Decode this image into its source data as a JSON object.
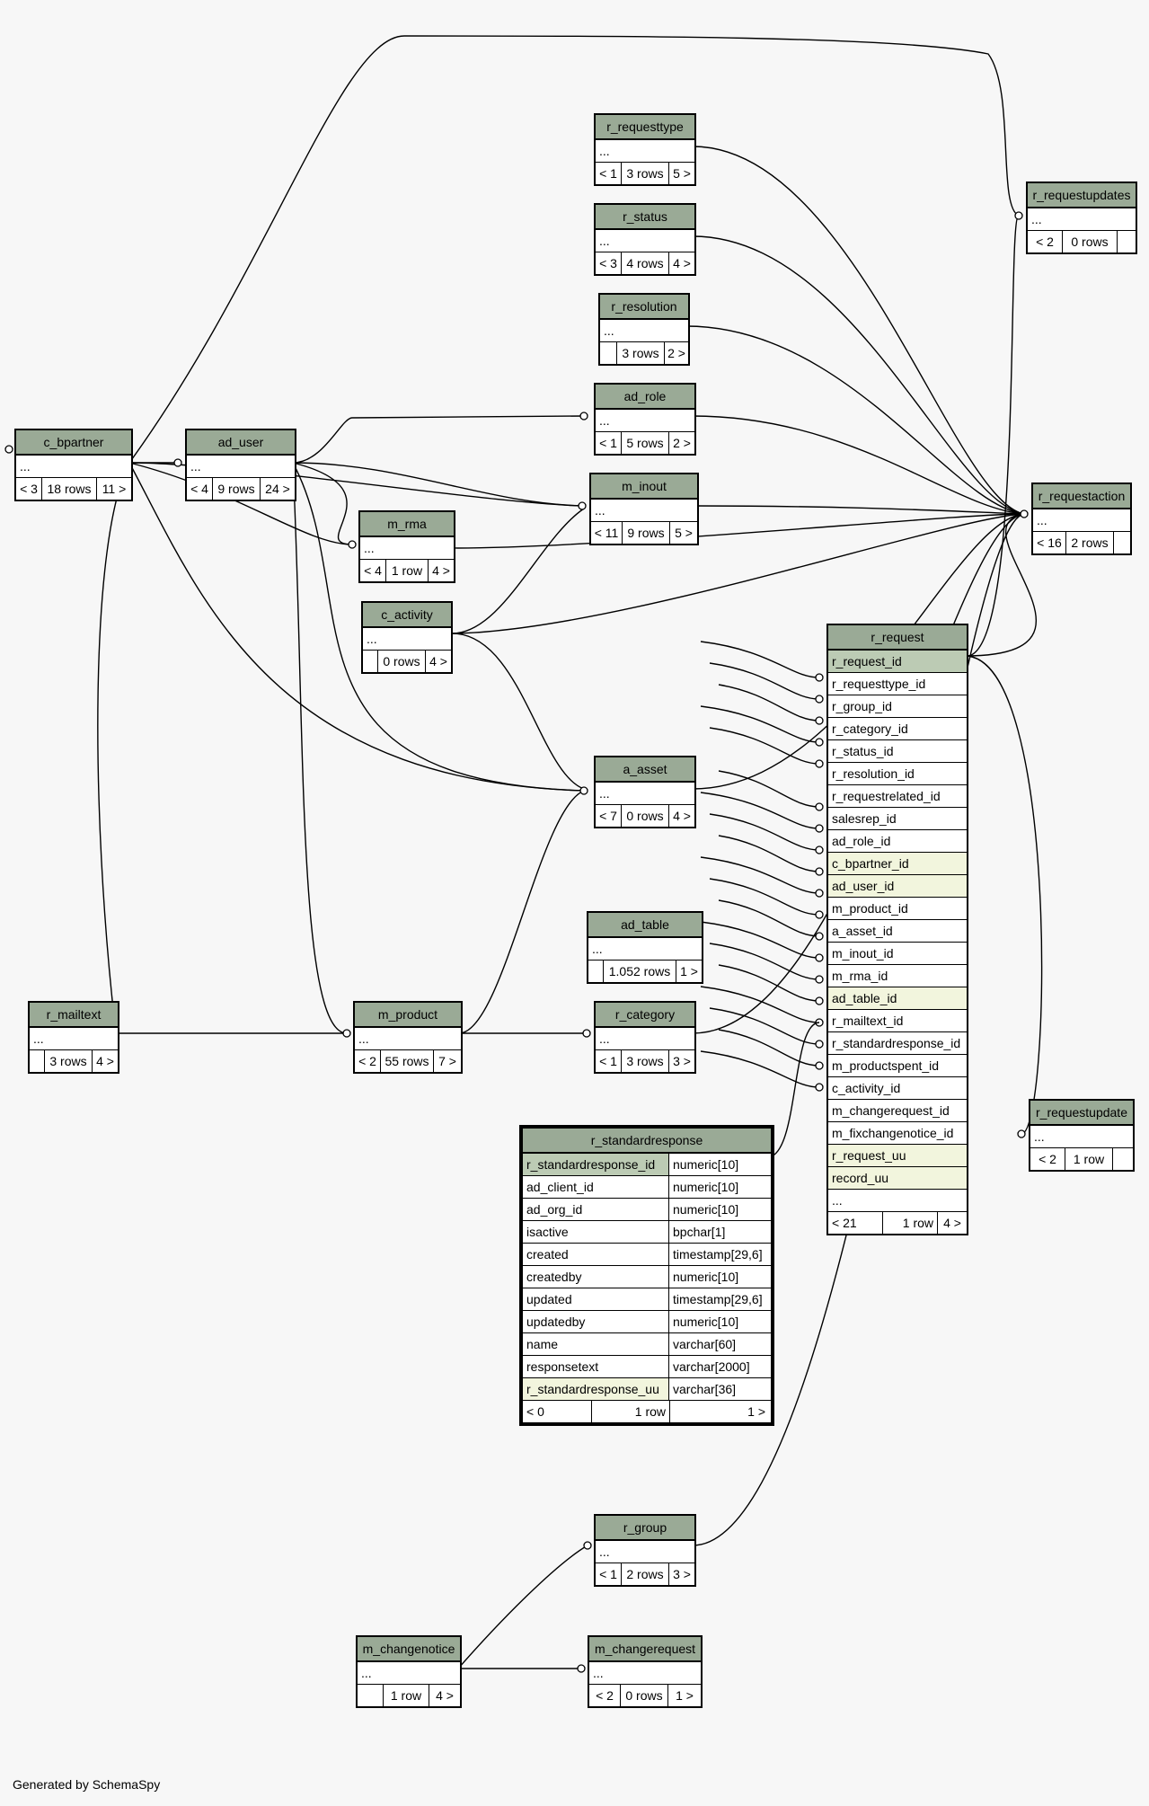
{
  "footer": "Generated by SchemaSpy",
  "tables": {
    "r_requesttype": {
      "name": "r_requesttype",
      "rows": [
        "..."
      ],
      "foot": [
        "< 1",
        "3 rows",
        "5 >"
      ]
    },
    "r_status": {
      "name": "r_status",
      "rows": [
        "..."
      ],
      "foot": [
        "< 3",
        "4 rows",
        "4 >"
      ]
    },
    "r_resolution": {
      "name": "r_resolution",
      "rows": [
        "..."
      ],
      "foot": [
        "",
        "3 rows",
        "2 >"
      ]
    },
    "ad_role": {
      "name": "ad_role",
      "rows": [
        "..."
      ],
      "foot": [
        "< 1",
        "5 rows",
        "2 >"
      ]
    },
    "m_inout": {
      "name": "m_inout",
      "rows": [
        "..."
      ],
      "foot": [
        "< 11",
        "9 rows",
        "5 >"
      ]
    },
    "c_bpartner": {
      "name": "c_bpartner",
      "rows": [
        "..."
      ],
      "foot": [
        "< 3",
        "18 rows",
        "11 >"
      ]
    },
    "ad_user": {
      "name": "ad_user",
      "rows": [
        "..."
      ],
      "foot": [
        "< 4",
        "9 rows",
        "24 >"
      ]
    },
    "m_rma": {
      "name": "m_rma",
      "rows": [
        "..."
      ],
      "foot": [
        "< 4",
        "1 row",
        "4 >"
      ]
    },
    "c_activity": {
      "name": "c_activity",
      "rows": [
        "..."
      ],
      "foot": [
        "",
        "0 rows",
        "4 >"
      ]
    },
    "a_asset": {
      "name": "a_asset",
      "rows": [
        "..."
      ],
      "foot": [
        "< 7",
        "0 rows",
        "4 >"
      ]
    },
    "ad_table": {
      "name": "ad_table",
      "rows": [
        "..."
      ],
      "foot": [
        "",
        "1.052 rows",
        "1 >"
      ]
    },
    "r_mailtext": {
      "name": "r_mailtext",
      "rows": [
        "..."
      ],
      "foot": [
        "",
        "3 rows",
        "4 >"
      ]
    },
    "m_product": {
      "name": "m_product",
      "rows": [
        "..."
      ],
      "foot": [
        "< 2",
        "55 rows",
        "7 >"
      ]
    },
    "r_category": {
      "name": "r_category",
      "rows": [
        "..."
      ],
      "foot": [
        "< 1",
        "3 rows",
        "3 >"
      ]
    },
    "r_group": {
      "name": "r_group",
      "rows": [
        "..."
      ],
      "foot": [
        "< 1",
        "2 rows",
        "3 >"
      ]
    },
    "m_changenotice": {
      "name": "m_changenotice",
      "rows": [
        "..."
      ],
      "foot": [
        "",
        "1 row",
        "4 >"
      ]
    },
    "m_changerequest": {
      "name": "m_changerequest",
      "rows": [
        "..."
      ],
      "foot": [
        "< 2",
        "0 rows",
        "1 >"
      ]
    },
    "r_requestupdates": {
      "name": "r_requestupdates",
      "rows": [
        "..."
      ],
      "foot": [
        "< 2",
        "0 rows",
        ""
      ]
    },
    "r_requestaction": {
      "name": "r_requestaction",
      "rows": [
        "..."
      ],
      "foot": [
        "< 16",
        "2 rows",
        ""
      ]
    },
    "r_requestupdate": {
      "name": "r_requestupdate",
      "rows": [
        "..."
      ],
      "foot": [
        "< 2",
        "1 row",
        ""
      ]
    },
    "r_request": {
      "name": "r_request",
      "rows": [
        "r_request_id",
        "r_requesttype_id",
        "r_group_id",
        "r_category_id",
        "r_status_id",
        "r_resolution_id",
        "r_requestrelated_id",
        "salesrep_id",
        "ad_role_id",
        "c_bpartner_id",
        "ad_user_id",
        "m_product_id",
        "a_asset_id",
        "m_inout_id",
        "m_rma_id",
        "ad_table_id",
        "r_mailtext_id",
        "r_standardresponse_id",
        "m_productspent_id",
        "c_activity_id",
        "m_changerequest_id",
        "m_fixchangenotice_id",
        "r_request_uu",
        "record_uu",
        "..."
      ],
      "foot": [
        "< 21",
        "1 row",
        "4 >"
      ]
    },
    "r_standardresponse": {
      "name": "r_standardresponse",
      "columns": [
        {
          "name": "r_standardresponse_id",
          "type": "numeric[10]"
        },
        {
          "name": "ad_client_id",
          "type": "numeric[10]"
        },
        {
          "name": "ad_org_id",
          "type": "numeric[10]"
        },
        {
          "name": "isactive",
          "type": "bpchar[1]"
        },
        {
          "name": "created",
          "type": "timestamp[29,6]"
        },
        {
          "name": "createdby",
          "type": "numeric[10]"
        },
        {
          "name": "updated",
          "type": "timestamp[29,6]"
        },
        {
          "name": "updatedby",
          "type": "numeric[10]"
        },
        {
          "name": "name",
          "type": "varchar[60]"
        },
        {
          "name": "responsetext",
          "type": "varchar[2000]"
        },
        {
          "name": "r_standardresponse_uu",
          "type": "varchar[36]"
        }
      ],
      "foot": [
        "< 0",
        "1 row",
        "1 >"
      ]
    }
  }
}
